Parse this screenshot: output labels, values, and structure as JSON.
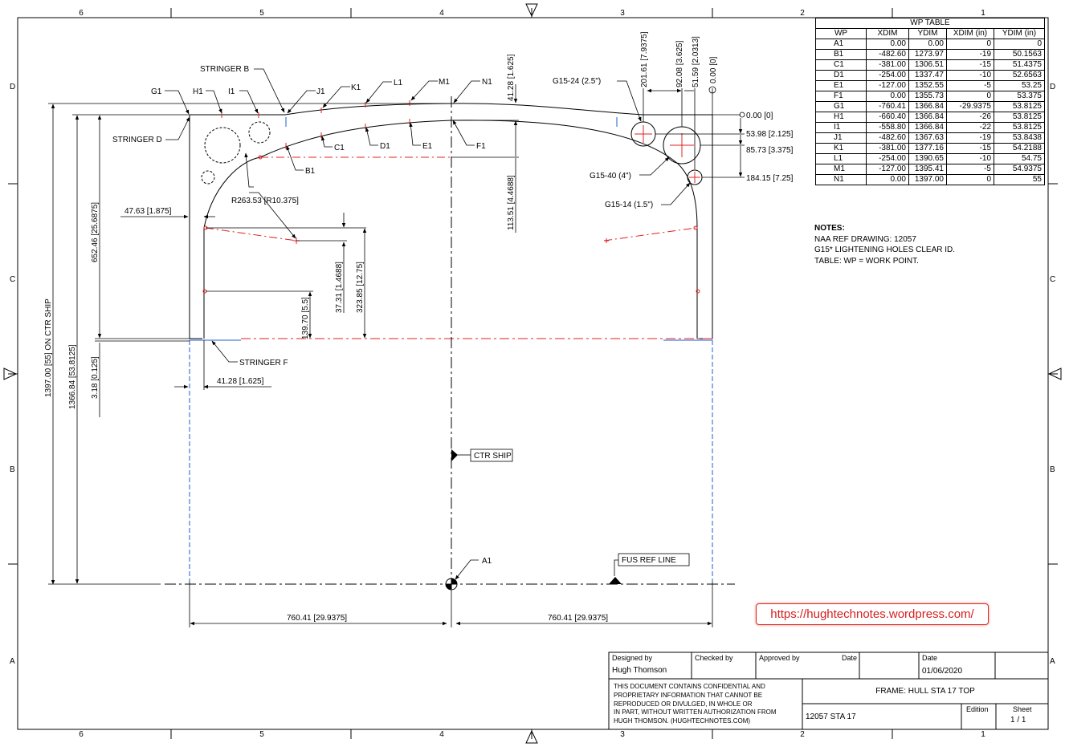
{
  "border": {
    "top_cols": [
      "6",
      "5",
      "4",
      "3",
      "2",
      "1"
    ],
    "bottom_cols": [
      "6",
      "5",
      "4",
      "3",
      "2",
      "1"
    ],
    "rows": [
      "D",
      "C",
      "B",
      "A"
    ]
  },
  "wp_table": {
    "title": "WP TABLE",
    "headers": [
      "WP",
      "XDIM",
      "YDIM",
      "XDIM (in)",
      "YDIM (in)"
    ],
    "rows": [
      [
        "A1",
        "0.00",
        "0.00",
        "0",
        "0"
      ],
      [
        "B1",
        "-482.60",
        "1273.97",
        "-19",
        "50.1563"
      ],
      [
        "C1",
        "-381.00",
        "1306.51",
        "-15",
        "51.4375"
      ],
      [
        "D1",
        "-254.00",
        "1337.47",
        "-10",
        "52.6563"
      ],
      [
        "E1",
        "-127.00",
        "1352.55",
        "-5",
        "53.25"
      ],
      [
        "F1",
        "0.00",
        "1355.73",
        "0",
        "53.375"
      ],
      [
        "G1",
        "-760.41",
        "1366.84",
        "-29.9375",
        "53.8125"
      ],
      [
        "H1",
        "-660.40",
        "1366.84",
        "-26",
        "53.8125"
      ],
      [
        "I1",
        "-558.80",
        "1366.84",
        "-22",
        "53.8125"
      ],
      [
        "J1",
        "-482.60",
        "1367.63",
        "-19",
        "53.8438"
      ],
      [
        "K1",
        "-381.00",
        "1377.16",
        "-15",
        "54.2188"
      ],
      [
        "L1",
        "-254.00",
        "1390.65",
        "-10",
        "54.75"
      ],
      [
        "M1",
        "-127.00",
        "1395.41",
        "-5",
        "54.9375"
      ],
      [
        "N1",
        "0.00",
        "1397.00",
        "0",
        "55"
      ]
    ]
  },
  "notes": {
    "header": "NOTES:",
    "lines": [
      "NAA REF DRAWING: 12057",
      "G15* LIGHTENING HOLES CLEAR ID.",
      "TABLE: WP = WORK POINT."
    ]
  },
  "labels": {
    "stringer_b": "STRINGER B",
    "stringer_d": "STRINGER D",
    "stringer_f": "STRINGER F",
    "g1": "G1",
    "h1": "H1",
    "i1": "I1",
    "j1": "J1",
    "k1": "K1",
    "l1": "L1",
    "m1": "M1",
    "n1": "N1",
    "b1": "B1",
    "c1": "C1",
    "d1": "D1",
    "e1": "E1",
    "f1": "F1",
    "a1": "A1",
    "ctr_ship": "CTR SHIP",
    "fus_ref": "FUS REF LINE",
    "g15_24": "G15-24 (2.5\")",
    "g15_40": "G15-40 (4\")",
    "g15_14": "G15-14 (1.5\")",
    "radius": "R263.53 [R10.375]"
  },
  "dims": {
    "d_47_63": "47.63 [1.875]",
    "d_652_46": "652.46 [25.6875]",
    "d_1397": "1397.00 [55] ON CTR SHIP",
    "d_1366_84": "1366.84 [53.8125]",
    "d_3_18": "3.18 [0.125]",
    "d_41_28_h": "41.28 [1.625]",
    "d_41_28_v": "41.28 [1.625]",
    "d_113_51": "113.51 [4.4688]",
    "d_37_31": "37.31 [1.4688]",
    "d_323_85": "323.85 [12.75]",
    "d_139_70": "139.70 [5.5]",
    "d_201_61": "201.61 [7.9375]",
    "d_92_08": "92.08 [3.625]",
    "d_51_59": "51.59 [2.0313]",
    "d_0_00_v": "0.00 [0]",
    "d_0_00_h": "0.00 [0]",
    "d_53_98": "53.98 [2.125]",
    "d_85_73": "85.73 [3.375]",
    "d_184_15": "184.15 [7.25]",
    "d_760_left": "760.41 [29.9375]",
    "d_760_right": "760.41 [29.9375]"
  },
  "url": "https://hughtechnotes.wordpress.com/",
  "title_block": {
    "designed_by_label": "Designed by",
    "designed_by": "Hugh Thomson",
    "checked_by_label": "Checked by",
    "approved_by_label": "Approved by",
    "date_label_1": "Date",
    "date_label_2": "Date",
    "date": "01/06/2020",
    "confidential": [
      "THIS DOCUMENT CONTAINS CONFIDENTIAL AND",
      "PROPRIETARY INFORMATION THAT CANNOT BE",
      "REPRODUCED OR DIVULGED, IN WHOLE OR",
      "IN PART, WITHOUT WRITTEN AUTHORIZATION FROM",
      "HUGH THOMSON. (HUGHTECHNOTES.COM)"
    ],
    "title": "FRAME: HULL STA 17 TOP",
    "drawing_no": "12057 STA 17",
    "edition_label": "Edition",
    "sheet_label": "Sheet",
    "sheet": "1 / 1"
  },
  "colors": {
    "centerline_red": "#e02020",
    "stringer_blue": "#1a5fd0",
    "url_red": "#d42020"
  }
}
